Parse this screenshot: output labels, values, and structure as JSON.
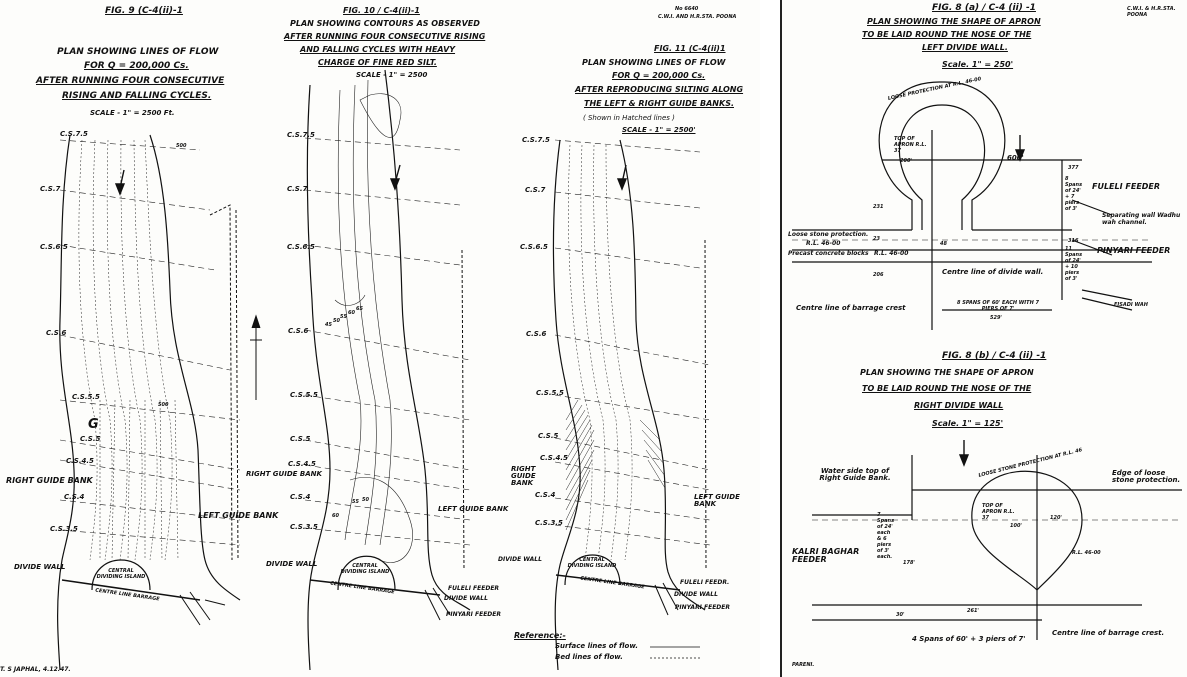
{
  "fig9": {
    "fig_no": "FIG. 9 (C-4(ii)-1",
    "lines": [
      "PLAN SHOWING LINES OF FLOW",
      "FOR Q = 200,000 Cs.",
      "AFTER RUNNING FOUR CONSECUTIVE",
      "RISING AND FALLING CYCLES."
    ],
    "scale": "SCALE - 1\" = 2500 Ft.",
    "cs_labels": [
      "C.S.7.5",
      "C.S.7",
      "C.S.6.5",
      "C.S.6",
      "C.S.5.5",
      "C.S.5",
      "C.S.4.5",
      "C.S.4",
      "C.S.3.5"
    ],
    "right_guide_bank": "RIGHT GUIDE BANK",
    "left_guide_bank": "LEFT GUIDE BANK",
    "divide_wall": "DIVIDE WALL",
    "central_island": "CENTRAL DIVIDING ISLAND",
    "barrage": "CENTRE LINE BARRAGE",
    "g_mark": "G",
    "v500a": "500",
    "v500b": "500",
    "signature": "T. S JAPHAL, 4.12.47."
  },
  "fig10": {
    "fig_no": "FIG. 10 / C-4(ii)-1",
    "lines": [
      "PLAN SHOWING CONTOURS AS OBSERVED",
      "AFTER RUNNING FOUR CONSECUTIVE RISING",
      "AND FALLING CYCLES WITH HEAVY",
      "CHARGE OF FINE RED SILT."
    ],
    "scale": "SCALE - 1\" = 2500",
    "cs_labels": [
      "C.S.7.5",
      "C.S.7",
      "C.S.6.5",
      "C.S.6",
      "C.S.5.5",
      "C.S.5",
      "C.S.4.5",
      "C.S.4",
      "C.S.3.5"
    ],
    "right_guide_bank": "RIGHT GUIDE BANK",
    "left_guide_bank": "LEFT GUIDE BANK",
    "divide_wall_left": "DIVIDE WALL",
    "central_island": "CENTRAL DIVIDING ISLAND",
    "barrage": "CENTRE LINE BARRAGE",
    "fuleli": "FULELI FEEDER",
    "divide_wall": "DIVIDE WALL",
    "pinyari": "PINYARI FEEDER",
    "contours": [
      "45",
      "50",
      "55",
      "60",
      "65",
      "50",
      "55",
      "60"
    ]
  },
  "fig11": {
    "fig_no": "FIG. 11 (C-4(ii)1",
    "lines": [
      "PLAN SHOWING LINES OF FLOW",
      "FOR Q = 200,000 Cs.",
      "AFTER REPRODUCING SILTING ALONG",
      "THE LEFT & RIGHT GUIDE BANKS."
    ],
    "note": "( Shown in Hatched lines )",
    "scale": "SCALE - 1\" = 2500'",
    "cs_labels": [
      "C.S.7.5",
      "C.S.7",
      "C.S.6.5",
      "C.S.6",
      "C.S.5.5",
      "C.S.5",
      "C.S.4.5",
      "C.S.4",
      "C.S.3.5"
    ],
    "right_guide_bank": "RIGHT GUIDE BANK",
    "left_guide_bank": "LEFT GUIDE BANK",
    "divide_wall_left": "DIVIDE WALL",
    "central_island": "CENTRAL DIVIDING ISLAND",
    "barrage": "CENTRE LINE BARRAGE",
    "fuleli": "FULELI FEEDR.",
    "divide_wall": "DIVIDE WALL",
    "pinyari": "PINYARI FEEDER",
    "reference_title": "Reference:-",
    "ref_surface": "Surface lines of flow.",
    "ref_bed": "Bed lines of flow."
  },
  "header_note": {
    "no": "No 6640",
    "station": "C.W.I. AND H.R.STA. POONA"
  },
  "fig8a": {
    "fig_no": "FIG. 8 (a) / C-4 (ii) -1",
    "lines": [
      "PLAN SHOWING THE SHAPE OF APRON",
      "TO BE LAID ROUND THE NOSE OF THE",
      "LEFT DIVIDE WALL."
    ],
    "scale": "Scale. 1\" = 250'",
    "station": "C.W.I. & H.R.STA. POONA",
    "loose_protection": "LOOSE PROTECTION AT R.L. 46-00",
    "top_apron": "TOP OF APRON R.L. 37",
    "r200": "200'",
    "r600": "600'",
    "fuleli": "FULELI FEEDER",
    "spans_a": "8 Spans of 24' + 7 piers of 3'",
    "separating_wall": "Separating wall Wadhu wah channel.",
    "pinyari": "PINYARI FEEDER",
    "spans_b": "11 Spans of 24' + 10 piers of 3'",
    "fisadi": "FISADI WAH",
    "loose_stone": "Loose stone protection.",
    "rl46": "R.L. 46-00",
    "precast": "Precast concrete blocks",
    "rl46b": "R.L. 46-00",
    "centre_divide": "Centre line of divide wall.",
    "centre_barrage": "Centre line of barrage crest",
    "spans_c": "8 SPANS OF 60' EACH WITH 7 PIERS OF 7'",
    "dim_529": "529'",
    "dim_48": "48",
    "dim_23": "23",
    "dim_206": "206",
    "dim_377": "377",
    "dim_316": "316",
    "dim_231": "231"
  },
  "fig8b": {
    "fig_no": "FIG. 8 (b) / C-4 (ii) -1",
    "lines": [
      "PLAN SHOWING THE SHAPE OF APRON",
      "TO BE LAID ROUND THE NOSE OF THE",
      "RIGHT DIVIDE WALL"
    ],
    "scale": "Scale. 1\" = 125'",
    "water_side": "Water side top of Right Guide Bank.",
    "loose_stone_rl": "LOOSE STONE PROTECTION AT R.L. 46",
    "edge_loose": "Edge of loose stone protection.",
    "top_apron": "TOP OF APRON R.L. 37",
    "r100": "100'",
    "r120": "120'",
    "rl46": "R.L. 46-00",
    "kalri": "KALRI BAGHAR FEEDER",
    "spans_a": "7 Spans of 24' each & 6 piers of 3' each.",
    "dim_178": "178'",
    "dim_30": "30'",
    "dim_261": "261'",
    "centre_barrage": "Centre line of barrage crest.",
    "spans_b": "4 Spans of 60' + 3 piers of 7'",
    "signature": "PARENI."
  },
  "colors": {
    "ink": "#111111",
    "paper": "#fdfdfb"
  }
}
